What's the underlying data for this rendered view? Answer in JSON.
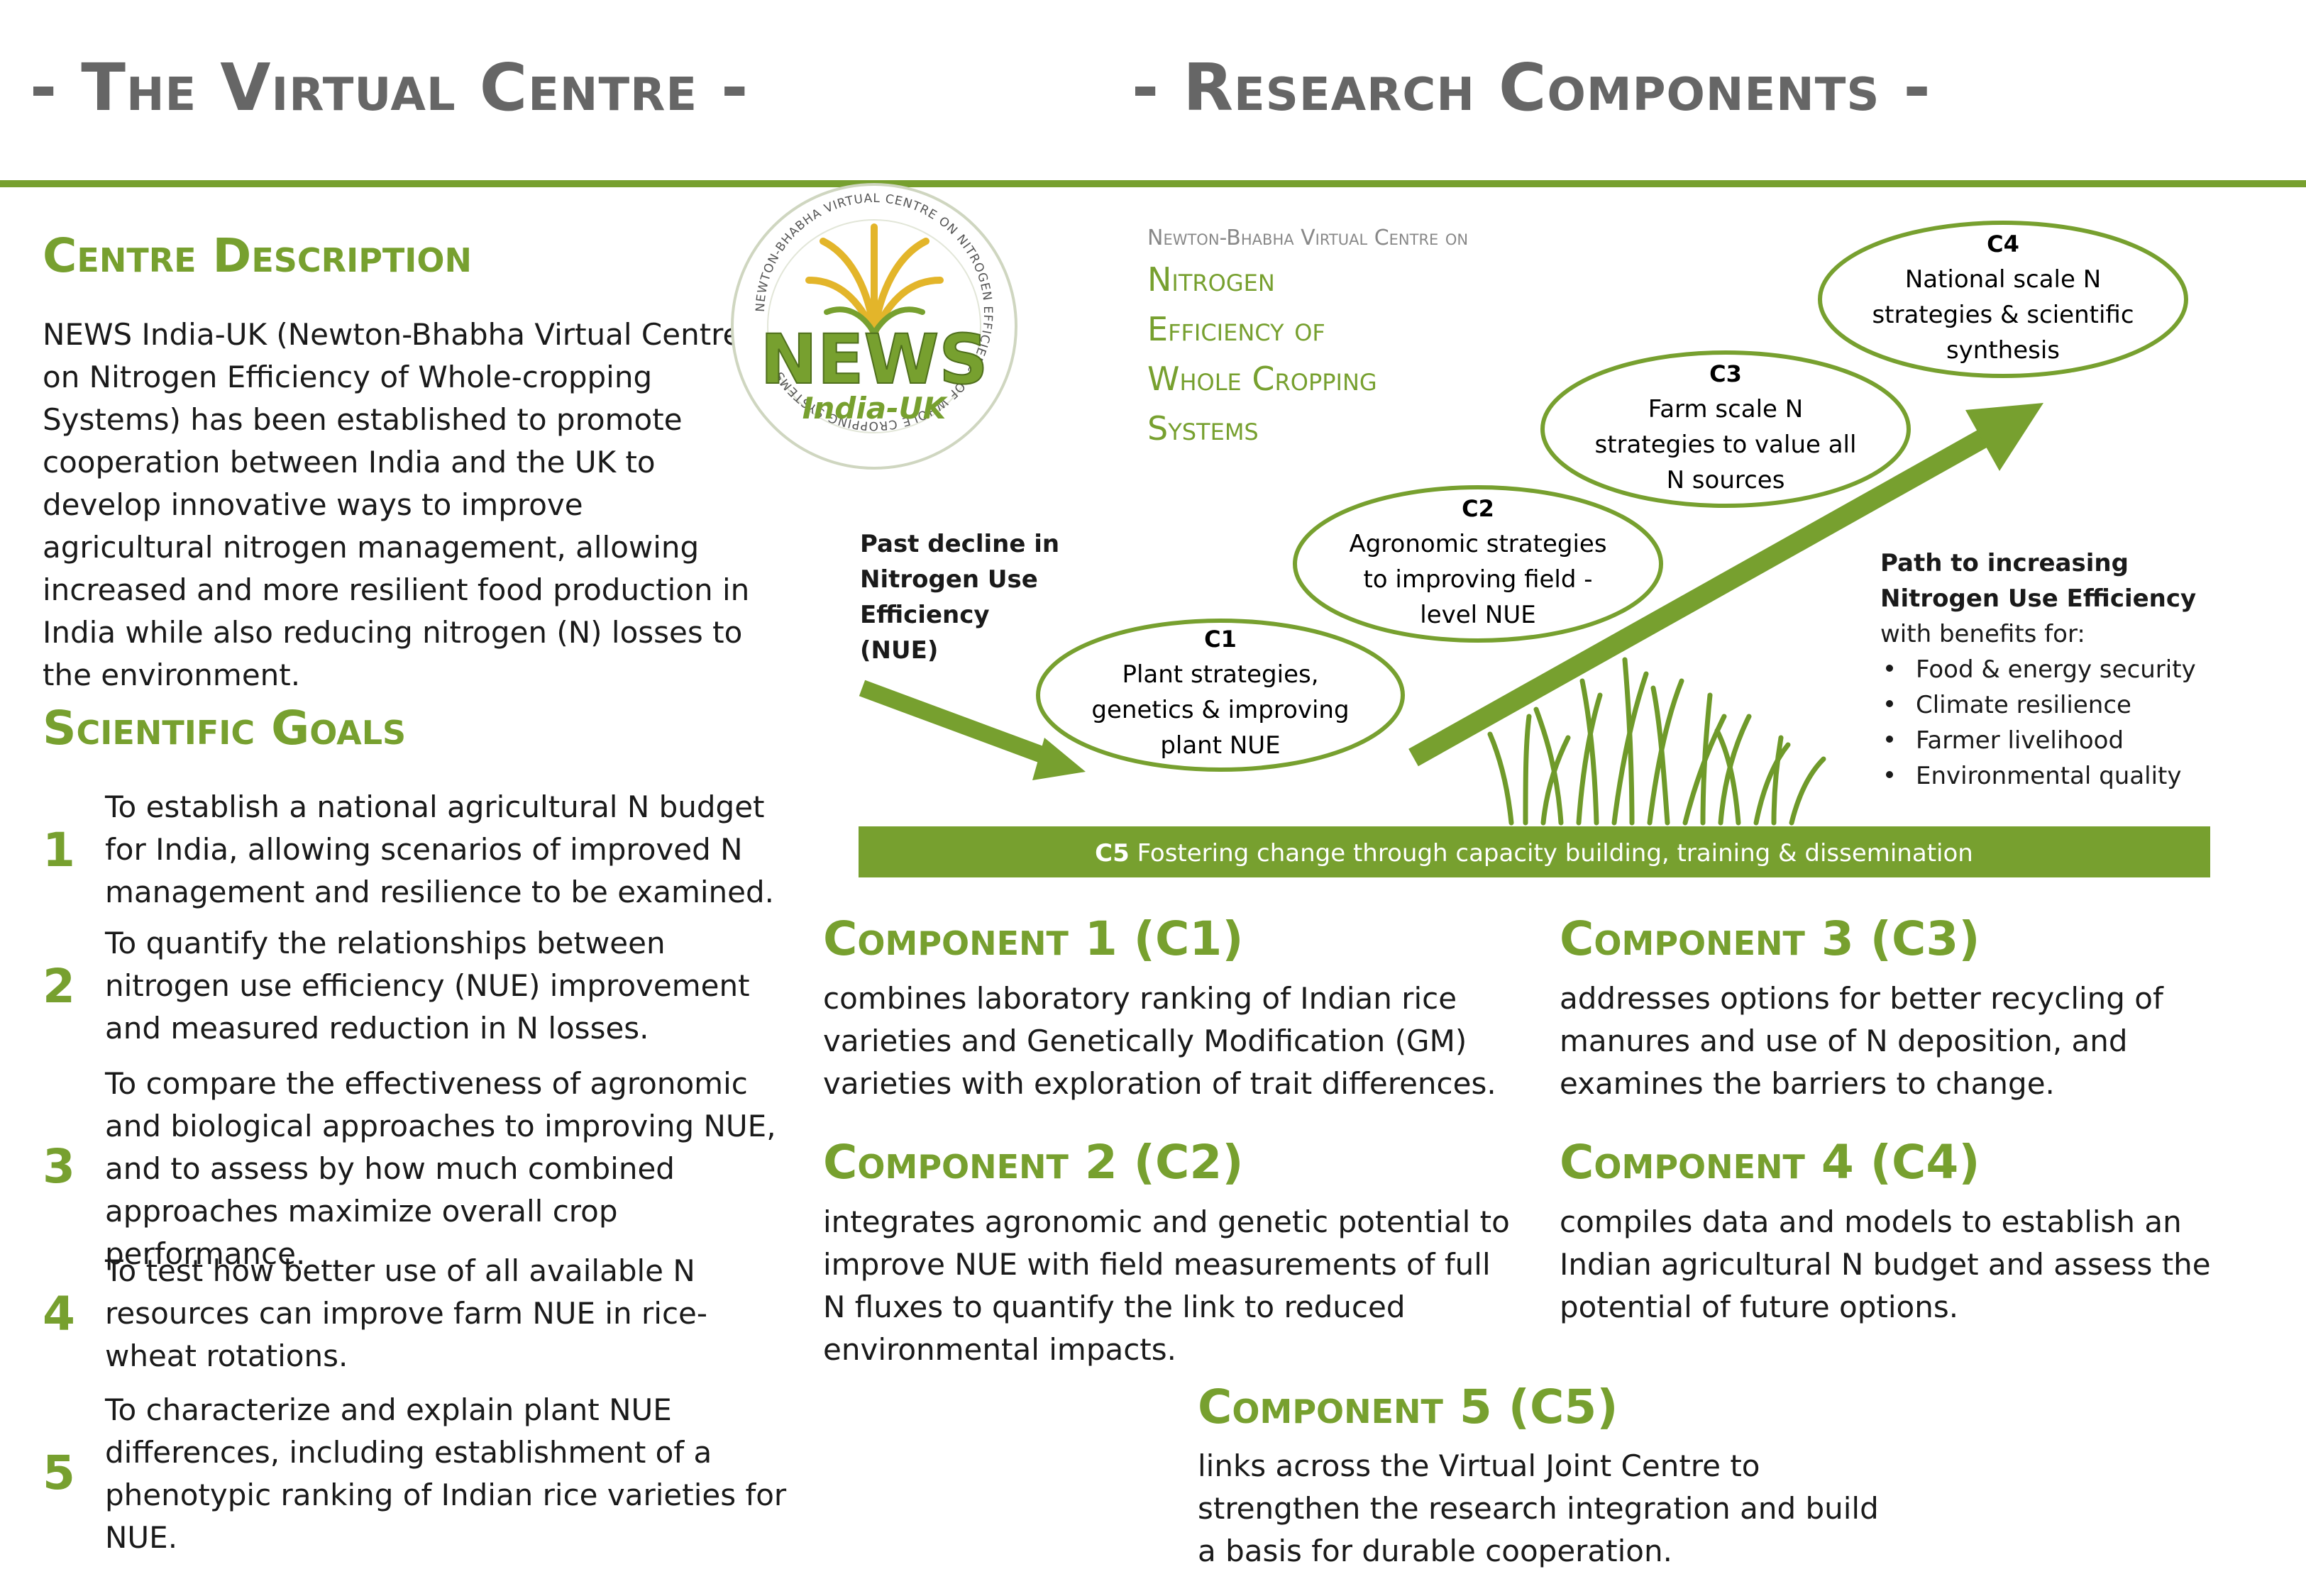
{
  "header": {
    "left_title": "- The Virtual Centre -",
    "right_title": "- Research Components -"
  },
  "centre_description": {
    "heading": "Centre Description",
    "text": "NEWS India-UK (Newton-Bhabha Virtual Centre on Nitrogen Efficiency of Whole-cropping Systems) has been established to promote cooperation between India and the UK to develop innovative ways to improve agricultural nitrogen management, allowing increased and more resilient food production in India while also reducing nitrogen (N) losses to the environment."
  },
  "scientific_goals": {
    "heading": "Scientific Goals",
    "items": [
      {
        "num": "1",
        "text": "To establish a national agricultural N budget for India, allowing scenarios of improved N management and resilience to be examined."
      },
      {
        "num": "2",
        "text": "To quantify the relationships between nitrogen use efficiency (NUE) improvement and measured reduction in N losses."
      },
      {
        "num": "3",
        "text": "To compare the effectiveness of agronomic and biological approaches to improving NUE, and to assess by how much combined approaches maximize overall crop performance."
      },
      {
        "num": "4",
        "text": "To test how better use of all available N resources can improve farm NUE in rice-wheat rotations."
      },
      {
        "num": "5",
        "text": "To characterize and explain plant NUE differences, including establishment of a phenotypic ranking of Indian rice varieties for NUE."
      }
    ]
  },
  "logo": {
    "main_text": "NEWS",
    "sub_text": "India-UK",
    "ring_top": "NEWTON-BHABHA VIRTUAL CENTRE ON NITROGEN EFFICIENCY OF WHOLE CROPPING SYSTEMS"
  },
  "centre_name": {
    "line0": "Newton-Bhabha Virtual Centre on",
    "line1": "Nitrogen",
    "line2": "Efficiency of",
    "line3": "Whole Cropping",
    "line4": "Systems"
  },
  "diagram": {
    "past_decline": [
      "Past decline in",
      "Nitrogen Use",
      "Efficiency",
      "(NUE)"
    ],
    "c1": {
      "label": "C1",
      "lines": [
        "Plant strategies,",
        "genetics & improving",
        "plant NUE"
      ]
    },
    "c2": {
      "label": "C2",
      "lines": [
        "Agronomic strategies",
        "to improving field -",
        "level NUE"
      ]
    },
    "c3": {
      "label": "C3",
      "lines": [
        "Farm scale N",
        "strategies to value all",
        "N sources"
      ]
    },
    "c4": {
      "label": "C4",
      "lines": [
        "National scale N",
        "strategies & scientific",
        "synthesis"
      ]
    },
    "path": {
      "bold1": "Path to increasing",
      "bold2": "Nitrogen Use Efficiency",
      "normal": "with benefits for:",
      "benefits": [
        "Food & energy security",
        "Climate resilience",
        "Farmer livelihood",
        "Environmental quality"
      ]
    },
    "c5_bar": {
      "label": "C5",
      "text": " Fostering change through capacity building, training & dissemination"
    },
    "colors": {
      "green": "#77a02f",
      "grey": "#666666"
    }
  },
  "components": [
    {
      "heading": "Component 1 (C1)",
      "text": "combines laboratory ranking of Indian rice varieties and Genetically Modification (GM) varieties with exploration of trait differences."
    },
    {
      "heading": "Component 2 (C2)",
      "text": "integrates agronomic and genetic potential to improve NUE with field measurements of full N fluxes to quantify the link to reduced environmental impacts."
    },
    {
      "heading": "Component 3 (C3)",
      "text": "addresses options for better recycling of manures and use of N deposition, and examines the barriers to change."
    },
    {
      "heading": "Component 4 (C4)",
      "text": "compiles data and models to establish an Indian agricultural N budget and assess the potential of future options."
    },
    {
      "heading": "Component 5 (C5)",
      "text": "links across the Virtual Joint Centre to strengthen the research integration and build a basis for durable cooperation."
    }
  ]
}
